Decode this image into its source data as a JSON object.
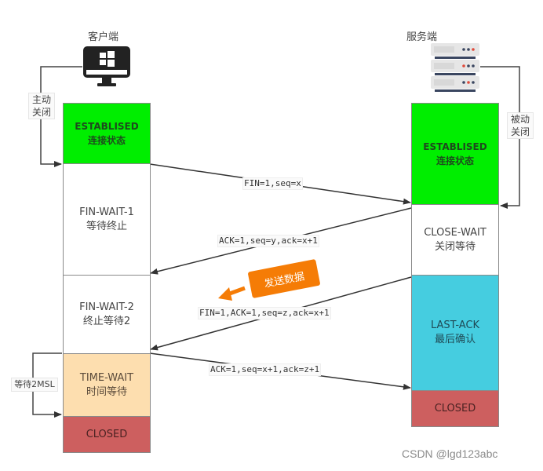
{
  "client": {
    "title": "客户端",
    "icon": "windows-monitor-icon",
    "close_label": [
      "主动",
      "关闭"
    ],
    "states": [
      {
        "en": "ESTABLISED",
        "zh": "连接状态",
        "color": "#00ee00"
      },
      {
        "en": "FIN-WAIT-1",
        "zh": "等待终止",
        "color": "#ffffff"
      },
      {
        "en": "FIN-WAIT-2",
        "zh": "终止等待2",
        "color": "#ffffff"
      },
      {
        "en": "TIME-WAIT",
        "zh": "时间等待",
        "color": "#fddeaf"
      },
      {
        "en": "CLOSED",
        "zh": "",
        "color": "#cd5f5f"
      }
    ],
    "wait_label": "等待2MSL"
  },
  "server": {
    "title": "服务端",
    "icon": "server-rack-icon",
    "close_label": [
      "被动",
      "关闭"
    ],
    "states": [
      {
        "en": "ESTABLISED",
        "zh": "连接状态",
        "color": "#00ee00"
      },
      {
        "en": "CLOSE-WAIT",
        "zh": "关闭等待",
        "color": "#ffffff"
      },
      {
        "en": "LAST-ACK",
        "zh": "最后确认",
        "color": "#45cde0"
      },
      {
        "en": "CLOSED",
        "zh": "",
        "color": "#cd5f5f"
      }
    ]
  },
  "messages": [
    {
      "text": "FIN=1,seq=x",
      "direction": "client-to-server"
    },
    {
      "text": "ACK=1,seq=y,ack=x+1",
      "direction": "server-to-client"
    },
    {
      "text": "FIN=1,ACK=1,seq=z,ack=x+1",
      "direction": "server-to-client"
    },
    {
      "text": "ACK=1,seq=x+1,ack=z+1",
      "direction": "client-to-server"
    }
  ],
  "send_data_badge": {
    "text": "发送数据",
    "color": "#f57c06"
  },
  "watermark": "CSDN @lgd123abc"
}
